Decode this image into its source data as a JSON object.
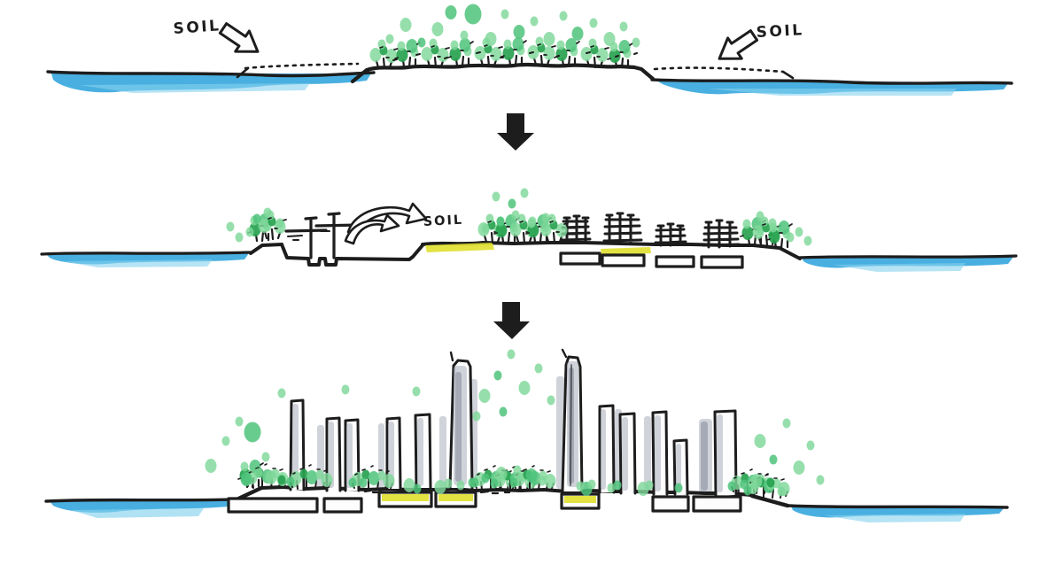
{
  "labels": {
    "soil_top_left": "SOIL",
    "soil_top_right": "SOIL",
    "soil_middle": "SOIL"
  },
  "colors": {
    "ink": "#1d1d1d",
    "paper": "#ffffff",
    "water": "#39a8dd",
    "water_light": "#85d2ee",
    "water_dark": "#2492c8",
    "green_light": "#7fd89a",
    "green_mid": "#4fc37b",
    "green_dark": "#27a24f",
    "soil_yellow": "#dfe02f",
    "tower_gray": "#a9aebc",
    "tower_gray_dark": "#8b90a0"
  }
}
